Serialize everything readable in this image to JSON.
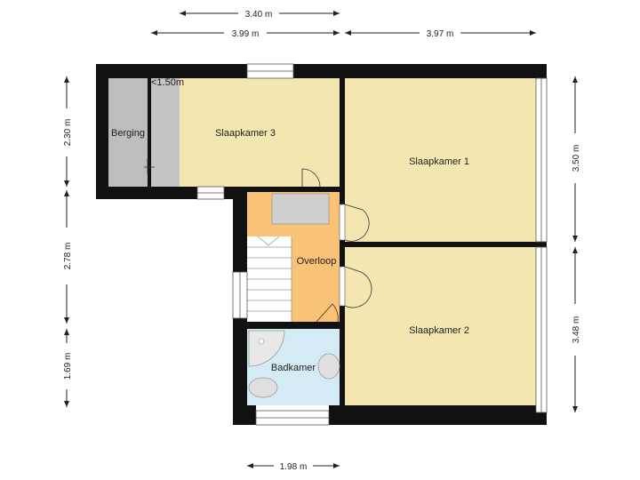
{
  "colors": {
    "bedroom": "#f4e6b0",
    "landing": "#f8c277",
    "bathroom": "#d4ebf6",
    "storage": "#bdbdbd",
    "wall": "#111111",
    "fixture": "#cfcfcf"
  },
  "rooms": {
    "berging": "Berging",
    "slaapkamer3": "Slaapkamer 3",
    "slaapkamer1": "Slaapkamer 1",
    "slaapkamer2": "Slaapkamer 2",
    "overloop": "Overloop",
    "badkamer": "Badkamer",
    "low_ceiling": "<1.50m"
  },
  "dimensions": {
    "top_1": "3.40 m",
    "top_2a": "3.99 m",
    "top_2b": "3.97 m",
    "left_1": "2.30 m",
    "left_2": "2.78 m",
    "left_3": "1.69 m",
    "right_1": "3.50 m",
    "right_2": "3.48 m",
    "bottom_1": "1.98 m"
  }
}
